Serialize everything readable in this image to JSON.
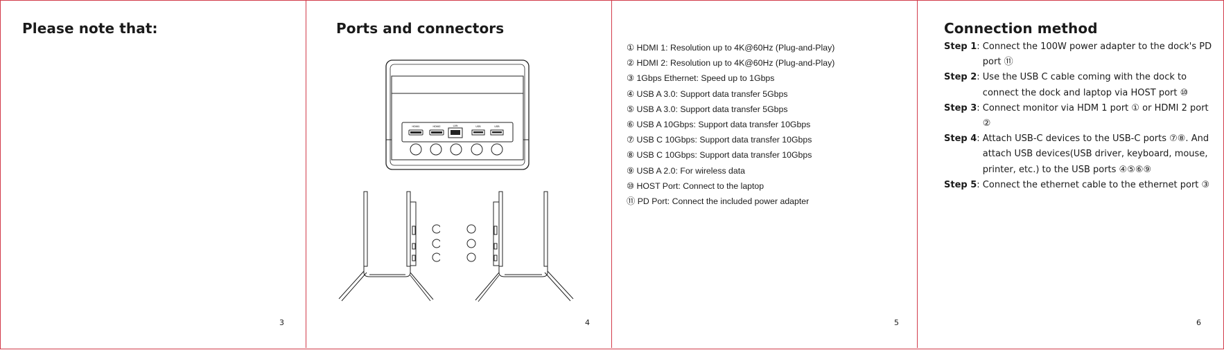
{
  "pages": [
    {
      "title": "Please note that:",
      "number": "3"
    },
    {
      "title": "Ports  and connectors",
      "number": "4"
    },
    {
      "number": "5"
    },
    {
      "title": "Connection method",
      "number": "6"
    }
  ],
  "diagram": {
    "port_labels": [
      "HDMI1",
      "HDMI2",
      "LAN",
      "USB",
      "USB"
    ]
  },
  "ports": [
    {
      "marker": "①",
      "text": "HDMI 1: Resolution up to 4K@60Hz (Plug-and-Play)"
    },
    {
      "marker": "②",
      "text": "HDMI 2: Resolution up to 4K@60Hz (Plug-and-Play)"
    },
    {
      "marker": "③",
      "text": "1Gbps Ethernet: Speed up to 1Gbps"
    },
    {
      "marker": "④",
      "text": "USB A 3.0: Support data transfer 5Gbps"
    },
    {
      "marker": "⑤",
      "text": "USB A 3.0: Support data transfer 5Gbps"
    },
    {
      "marker": "⑥",
      "text": "USB A 10Gbps: Support data transfer 10Gbps"
    },
    {
      "marker": "⑦",
      "text": "USB C 10Gbps: Support data transfer 10Gbps"
    },
    {
      "marker": "⑧",
      "text": "USB C 10Gbps: Support data transfer 10Gbps"
    },
    {
      "marker": "⑨",
      "text": "USB A 2.0: For wireless data"
    },
    {
      "marker": "⑩",
      "text": "HOST Port: Connect to the laptop"
    },
    {
      "marker": "⑪",
      "text": "PD Port: Connect the included power adapter"
    }
  ],
  "steps": [
    {
      "label": "Step 1",
      "text": "Connect the 100W power adapter to the dock's PD port ⑪"
    },
    {
      "label": "Step 2",
      "text": "Use the USB C cable coming with the dock to connect the dock and laptop via HOST port ⑩"
    },
    {
      "label": "Step 3",
      "text": "Connect monitor via HDM 1 port ① or HDMI 2 port ②"
    },
    {
      "label": "Step 4",
      "text": "Attach USB-C devices to the USB-C ports ⑦⑧. And attach USB devices(USB driver, keyboard, mouse, printer, etc.) to the USB ports ④⑤⑥⑨"
    },
    {
      "label": "Step 5",
      "text": "Connect the ethernet cable to the ethernet port ③"
    }
  ],
  "colors": {
    "border": "#d23a4a",
    "text": "#1a1a1a"
  }
}
